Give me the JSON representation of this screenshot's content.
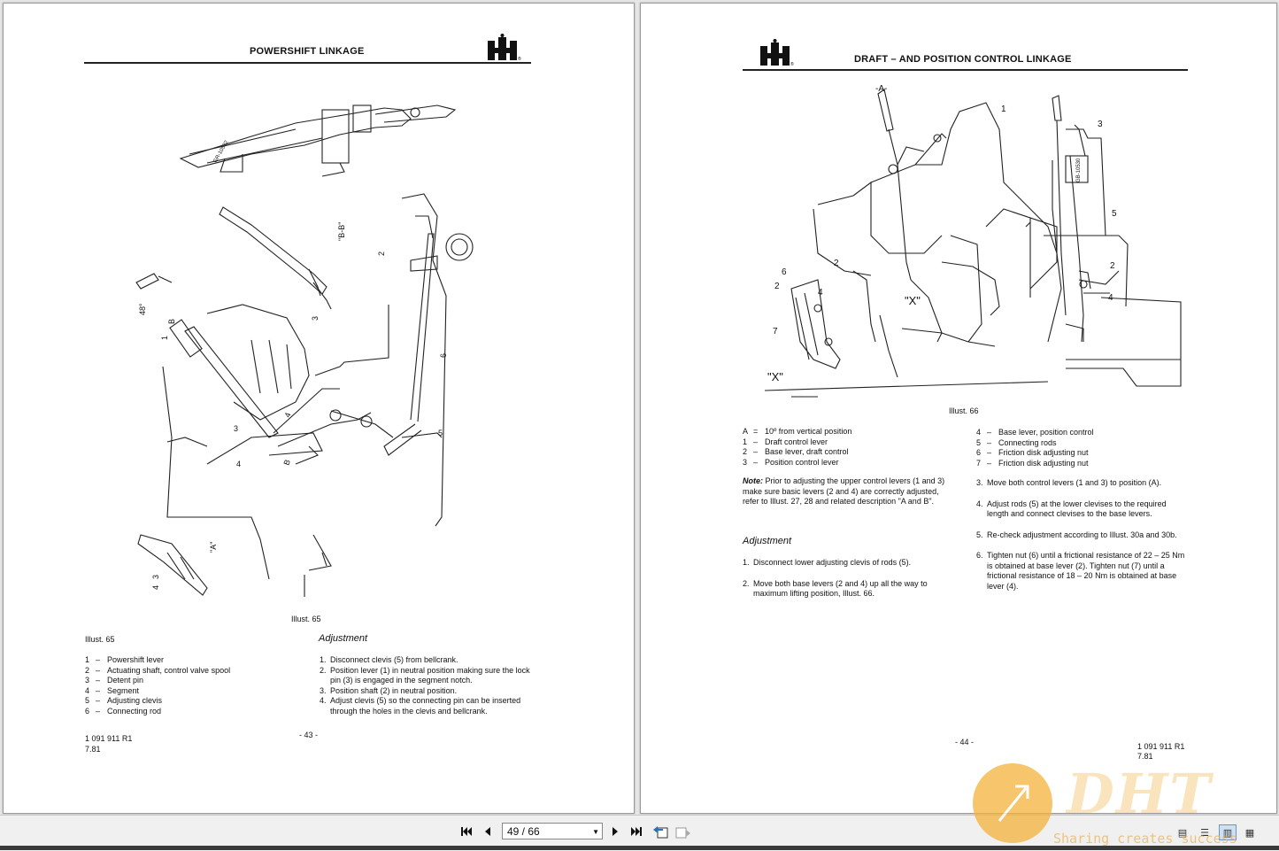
{
  "viewer": {
    "page_indicator": "49 / 66",
    "watermark": {
      "brand": "DHT",
      "slogan": "Sharing creates success",
      "color": "#f5b23a"
    }
  },
  "left_page": {
    "title": "POWERSHIFT LINKAGE",
    "illust_caption": "Illust. 65",
    "figure_labels": {
      "bb": "\"B-B\"",
      "a": "\"A\"",
      "b_top": "B",
      "b_bottom": "B",
      "angle": "48°",
      "code": "GR-10532",
      "n1": "1",
      "n2": "2",
      "n3": "3",
      "n3b": "3",
      "n4": "4",
      "n4b": "4",
      "n3c": "3",
      "n5": "5",
      "n6": "6"
    },
    "legend_title": "Illust. 65",
    "legend": [
      {
        "num": "1",
        "text": "Powershift lever"
      },
      {
        "num": "2",
        "text": "Actuating shaft, control valve spool"
      },
      {
        "num": "3",
        "text": "Detent pin"
      },
      {
        "num": "4",
        "text": "Segment"
      },
      {
        "num": "5",
        "text": "Adjusting clevis"
      },
      {
        "num": "6",
        "text": "Connecting rod"
      }
    ],
    "adjustment_heading": "Adjustment",
    "steps": [
      {
        "n": "1.",
        "text": "Disconnect clevis (5) from bellcrank."
      },
      {
        "n": "2.",
        "text": "Position lever (1) in neutral position making sure the lock pin (3) is engaged in the segment notch."
      },
      {
        "n": "3.",
        "text": "Position shaft (2) in neutral position."
      },
      {
        "n": "4.",
        "text": "Adjust clevis (5) so the connecting pin can be inserted through the holes in the clevis and bellcrank."
      }
    ],
    "doc_number": "1 091 911 R1",
    "date": "7.81",
    "page_number": "- 43 -"
  },
  "right_page": {
    "title": "DRAFT – AND POSITION CONTROL LINKAGE",
    "illust_caption": "Illust. 66",
    "figure_labels": {
      "a": "-A-",
      "x1": "\"X\"",
      "x2": "\"X\"",
      "code": "GB-10530",
      "l1": "1",
      "l3": "3",
      "l5": "5",
      "l2r": "2",
      "l4r": "4",
      "l6": "6",
      "l2a": "2",
      "l4a": "4",
      "l7": "7",
      "l2b": "2"
    },
    "legend_left": [
      {
        "num": "A",
        "sep": "=",
        "text": "10º from vertical position"
      },
      {
        "num": "1",
        "sep": "–",
        "text": "Draft control lever"
      },
      {
        "num": "2",
        "sep": "–",
        "text": "Base lever, draft control"
      },
      {
        "num": "3",
        "sep": "–",
        "text": "Position control lever"
      }
    ],
    "legend_right": [
      {
        "num": "4",
        "sep": "–",
        "text": "Base lever, position control"
      },
      {
        "num": "5",
        "sep": "–",
        "text": "Connecting rods"
      },
      {
        "num": "6",
        "sep": "–",
        "text": "Friction disk adjusting nut"
      },
      {
        "num": "7",
        "sep": "–",
        "text": "Friction disk adjusting nut"
      }
    ],
    "note_label": "Note:",
    "note_text": "Prior to adjusting the upper control levers (1 and 3) make sure basic levers (2 and 4) are correctly adjusted, refer to Illust. 27, 28 and related description \"A and B\".",
    "adjustment_heading": "Adjustment",
    "steps_left": [
      {
        "n": "1.",
        "text": "Disconnect lower adjusting clevis of rods (5)."
      },
      {
        "n": "2.",
        "text": "Move both base levers (2 and 4) up all the way to maximum lifting position, Illust. 66."
      }
    ],
    "steps_right": [
      {
        "n": "3.",
        "text": "Move both control levers (1 and 3) to position (A)."
      },
      {
        "n": "4.",
        "text": "Adjust rods (5) at the lower clevises to the required length and connect clevises to the base levers."
      },
      {
        "n": "5.",
        "text": "Re-check adjustment according to Illust. 30a and 30b."
      },
      {
        "n": "6.",
        "text": "Tighten nut (6) until a frictional resistance of 22 – 25 Nm is obtained at base lever (2). Tighten nut (7) until a frictional resistance of 18 – 20 Nm is obtained at base lever (4)."
      }
    ],
    "doc_number": "1 091 911 R1",
    "date": "7.81",
    "page_number": "- 44 -"
  }
}
